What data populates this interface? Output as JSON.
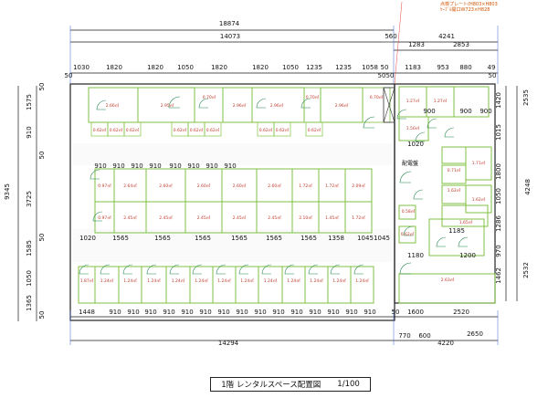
{
  "drawing": {
    "title": "1階 レンタルスペース配置図",
    "scale": "1/100",
    "note_lines": [
      "点検プレート(H803×H803",
      "ｹｰﾌﾞﾙ開口W723×H828"
    ],
    "electrical_room": "配電盤"
  },
  "dims": {
    "total_top": "18874",
    "top_left": "14073",
    "top_gap": "560",
    "top_right": "4241",
    "r1": "1283",
    "r2": "2853",
    "top_row": [
      "1030",
      "1820",
      "1820",
      "1050",
      "1820",
      "1820",
      "1050",
      "1235",
      "1235",
      "1058",
      "50",
      "1183",
      "953",
      "880",
      "49"
    ],
    "top_small": [
      "50",
      "50",
      "50",
      "50"
    ],
    "bottom_row": [
      "1448",
      "910",
      "910",
      "910",
      "910",
      "910",
      "910",
      "910",
      "910",
      "910",
      "910",
      "910",
      "910",
      "910",
      "910",
      "910",
      "50",
      "1600",
      "2520"
    ],
    "bottom_total": "14294",
    "bottom_right": [
      "770",
      "600",
      "2650",
      "4220"
    ],
    "mid_row": [
      "1020",
      "1565",
      "1565",
      "1565",
      "1565",
      "1565",
      "1565",
      "1358",
      "1045",
      "1045"
    ],
    "row_910": [
      "910",
      "910",
      "910",
      "910",
      "910",
      "910",
      "910",
      "910"
    ],
    "left_outer": "9345",
    "left_inner": [
      "1575",
      "910",
      "3725",
      "1585",
      "1050",
      "1365"
    ],
    "left_small": [
      "50",
      "50",
      "50",
      "50"
    ],
    "right_outer": [
      "2535",
      "4248",
      "2532"
    ],
    "right_inner": [
      "1420",
      "1015",
      "1800",
      "1050",
      "1286",
      "970",
      "1462"
    ],
    "inner_small": [
      "900",
      "900",
      "900",
      "1020",
      "1185",
      "1180",
      "1200"
    ]
  },
  "areas": {
    "top_rooms": [
      "2.66㎡",
      "2.95㎡",
      "2.96㎡",
      "2.96㎡",
      "2.96㎡"
    ],
    "top_small": [
      "0.70㎡",
      "0.70㎡",
      "0.70㎡"
    ],
    "top_lockers": [
      "0.62㎡",
      "0.62㎡",
      "0.62㎡",
      "0.62㎡",
      "0.62㎡",
      "0.62㎡",
      "0.62㎡",
      "0.62㎡",
      "0.62㎡"
    ],
    "mid_upper": [
      "0.97㎡",
      "2.64㎡",
      "2.60㎡",
      "2.60㎡",
      "2.60㎡",
      "2.60㎡",
      "1.72㎡",
      "1.72㎡",
      "2.09㎡"
    ],
    "mid_lower": [
      "0.97㎡",
      "2.45㎡",
      "2.45㎡",
      "2.45㎡",
      "2.45㎡",
      "2.45㎡",
      "2.10㎡",
      "1.45㎡",
      "1.72㎡"
    ],
    "bottom": [
      "1.87㎡",
      "1.24㎡",
      "1.24㎡",
      "1.24㎡",
      "1.24㎡",
      "1.24㎡",
      "1.24㎡",
      "1.24㎡",
      "1.24㎡",
      "1.24㎡",
      "1.24㎡",
      "1.24㎡",
      "1.24㎡"
    ],
    "right": [
      "1.27㎡",
      "1.27㎡",
      "1.50㎡",
      "1.71㎡",
      "0.71㎡",
      "1.62㎡",
      "1.62㎡",
      "0.58㎡",
      "1.65㎡",
      "2.63㎡",
      "0.62㎡"
    ]
  },
  "colors": {
    "wall": "#7fc241",
    "dim": "#1a1a1a",
    "ext": "#3a63c9",
    "door": "#1e8449",
    "area": "#c0392b",
    "note": "#d35400",
    "accent": "#e74c3c"
  }
}
